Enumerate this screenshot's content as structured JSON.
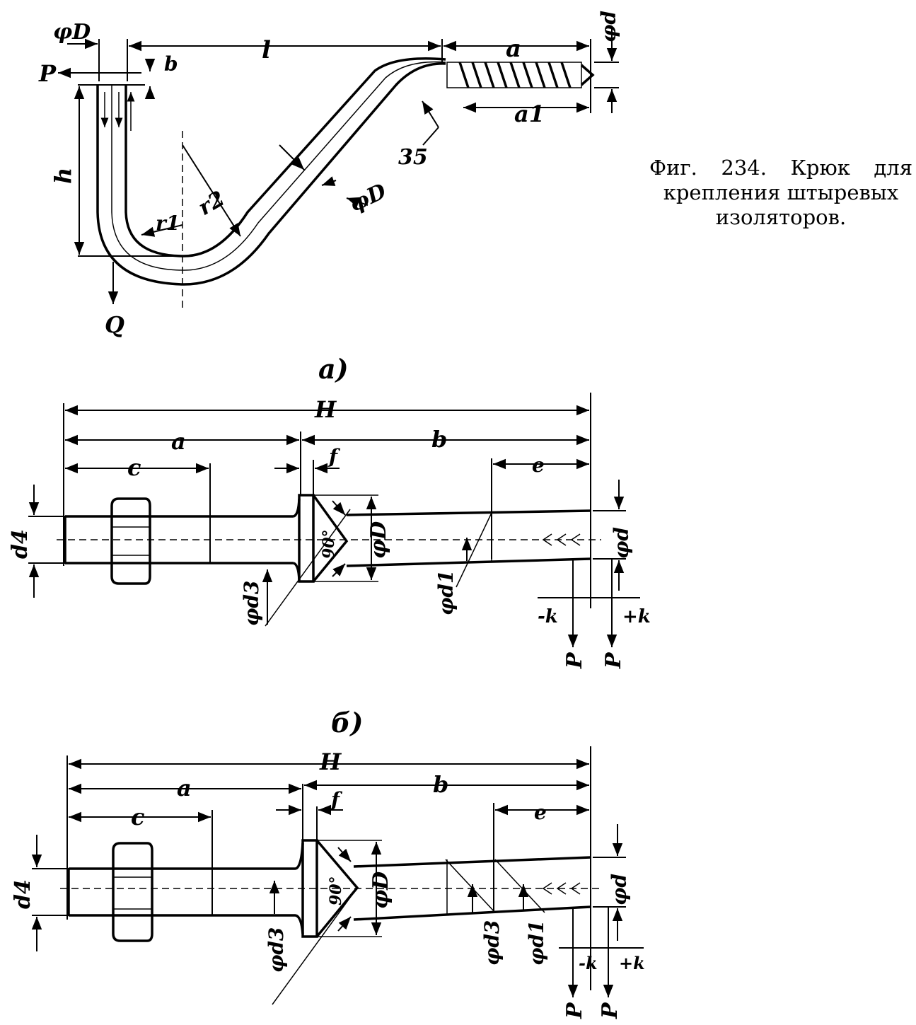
{
  "caption": {
    "line1": "Фиг. 234. Крюк для",
    "line2": "крепления штыревых",
    "line3": "изоляторов."
  },
  "hook": {
    "phi_D_top": "φD",
    "l": "l",
    "a": "a",
    "phi_d": "φd",
    "P": "P",
    "b": "b",
    "a1": "a1",
    "h": "h",
    "angle": "35",
    "r2": "r2",
    "r1": "r1",
    "phi_D": "φD",
    "Q": "Q"
  },
  "pin_a": {
    "sublabel": "а)",
    "H": "H",
    "a": "a",
    "b": "b",
    "c": "c",
    "f": "f",
    "e": "e",
    "d4": "d4",
    "angle": "90°",
    "phi_D": "φD",
    "phi_d": "φd",
    "phi_d1": "φd1",
    "phi_d3": "φd3",
    "minus_k": "-k",
    "plus_k": "+k",
    "P1": "P",
    "P2": "P"
  },
  "pin_b": {
    "sublabel": "б)",
    "H": "H",
    "a": "a",
    "b": "b",
    "c": "c",
    "f": "f",
    "e": "e",
    "d4": "d4",
    "angle": "90°",
    "phi_D": "φD",
    "phi_d": "φd",
    "phi_d1": "φd1",
    "phi_d3": "φd3",
    "phi_d3_left": "φd3",
    "minus_k": "-k",
    "plus_k": "+k",
    "P1": "P",
    "P2": "P"
  }
}
